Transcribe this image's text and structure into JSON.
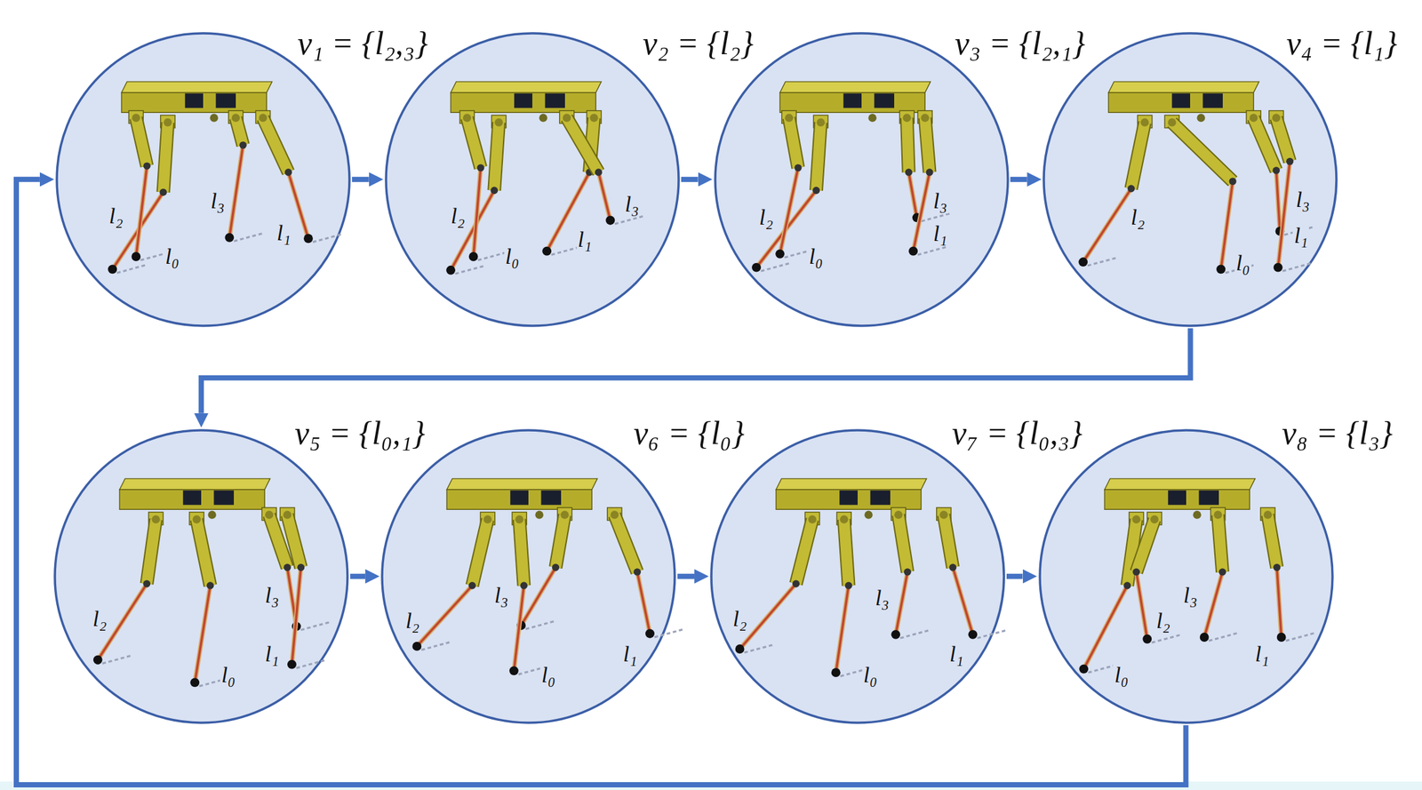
{
  "diagram": {
    "nodes": [
      {
        "text": [
          "v₁ = {l₂,₃}",
          "l₂",
          "l₀",
          "l₃",
          "l₁"
        ]
      },
      {
        "text": [
          "v₂ = {l₂}",
          "l₂",
          "l₀",
          "l₁",
          "l₃"
        ]
      },
      {
        "text": [
          "v₃ = {l₂,₁}",
          "l₂",
          "l₀",
          "l₃",
          "l₁"
        ]
      },
      {
        "text": [
          "v₄ = {l₁}",
          "l₂",
          "l₀",
          "l₃",
          "l₁"
        ]
      },
      {
        "text": [
          "v₅ = {l₀,₁}",
          "l₂",
          "l₀",
          "l₃",
          "l₁"
        ]
      },
      {
        "text": [
          "v₆ = {l₀}",
          "l₂",
          "l₃",
          "l₀",
          "l₁"
        ]
      },
      {
        "text": [
          "v₇ = {l₀,₃}",
          "l₂",
          "l₃",
          "l₀",
          "l₁"
        ]
      },
      {
        "text": [
          "v₈ = {l₃}",
          "l₀",
          "l₂",
          "l₃",
          "l₁"
        ]
      }
    ],
    "edges": [
      {
        "from": 0,
        "to": 1,
        "arrow": "to"
      },
      {
        "from": 1,
        "to": 2,
        "arrow": "to"
      },
      {
        "from": 2,
        "to": 3,
        "arrow": "to"
      },
      {
        "from": 3,
        "to": 4,
        "arrow": "to"
      },
      {
        "from": 4,
        "to": 5,
        "arrow": "to"
      },
      {
        "from": 5,
        "to": 6,
        "arrow": "to"
      },
      {
        "from": 6,
        "to": 7,
        "arrow": "to"
      },
      {
        "from": 7,
        "to": 0,
        "arrow": "to"
      }
    ]
  }
}
